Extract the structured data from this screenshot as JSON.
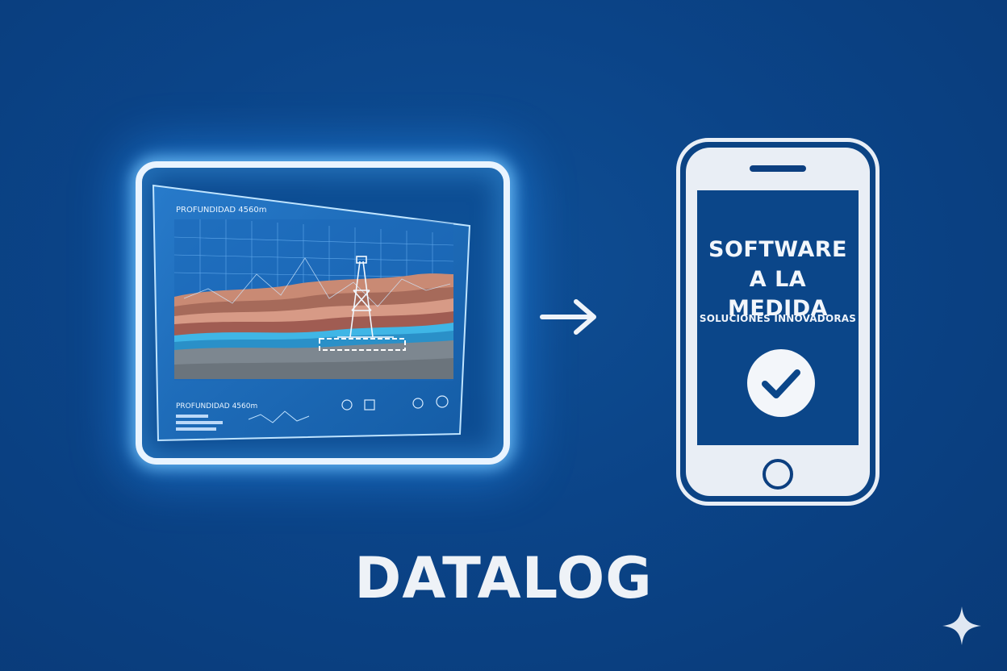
{
  "brand": {
    "name": "DATALOG"
  },
  "tablet": {
    "header_text": "PROFUNDIDAD 4560m",
    "footer_text": "PROFUNDIDAD 4560m",
    "icons": [
      "monitor-icon",
      "grid-icon",
      "oil-derrick-icon",
      "gauge-icon",
      "settings-icon"
    ]
  },
  "phone": {
    "title_line1": "SOFTWARE",
    "title_line2": "A LA MEDIDA",
    "subtitle": "SOLUCIONES INNOVADORAS",
    "icon": "checkmark-circle-icon"
  },
  "colors": {
    "background": "#0b4488",
    "accent_glow": "#3ea0ff",
    "light": "#e9eef5"
  }
}
